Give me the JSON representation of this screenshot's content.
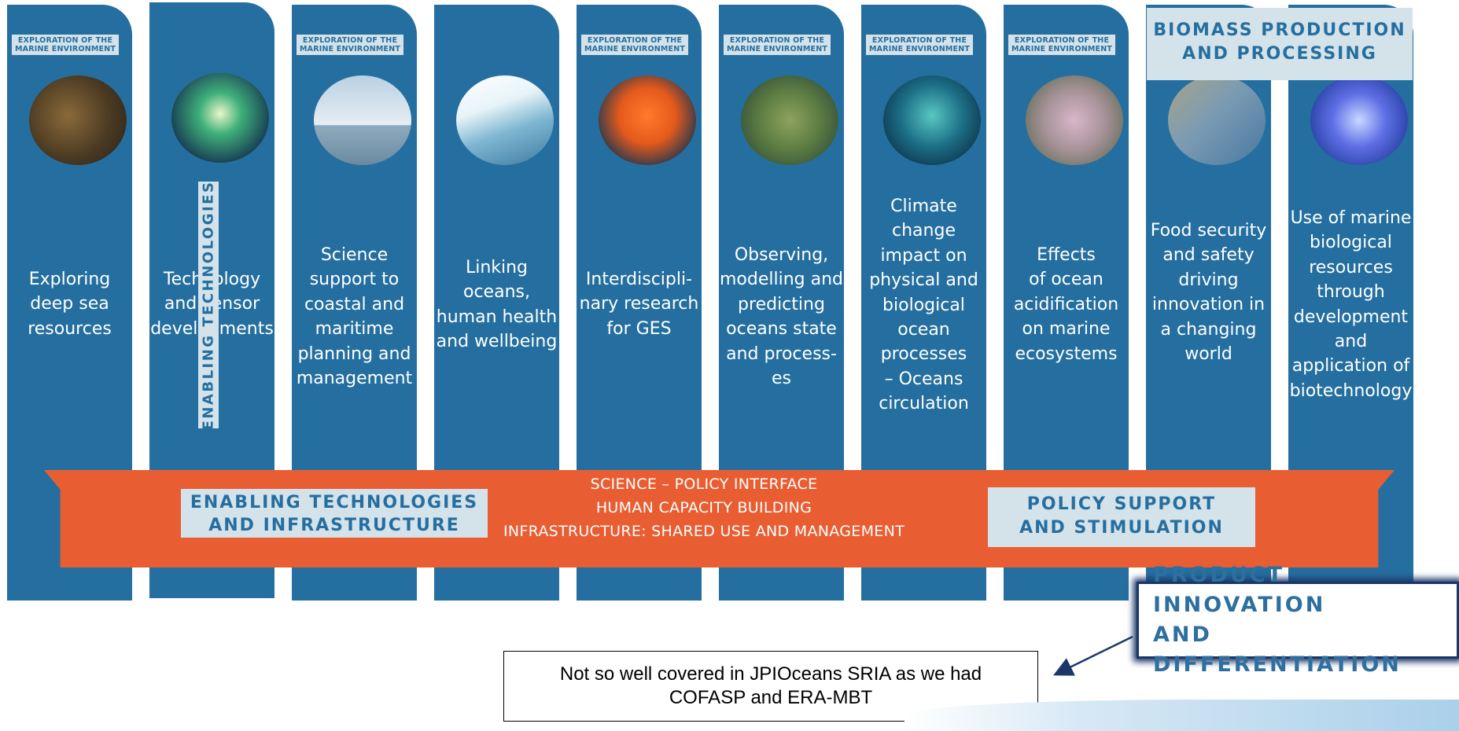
{
  "columns": [
    {
      "tag": "EXPLORATION OF THE\nMARINE ENVIRONMENT",
      "text": [
        "Exploring",
        "deep sea",
        "resources"
      ],
      "image": "seafloor-photo"
    },
    {
      "tag": "",
      "text": [
        "Technology",
        "and sensor",
        "developments"
      ],
      "image": "underwater-vehicle-photo"
    },
    {
      "tag": "EXPLORATION OF THE\nMARINE ENVIRONMENT",
      "text": [
        "Science",
        "support to",
        "coastal and",
        "maritime",
        "planning and",
        "management"
      ],
      "image": "wind-turbines-photo"
    },
    {
      "tag": "",
      "text": [
        "Linking",
        "oceans,",
        "human health",
        "and wellbeing"
      ],
      "image": "diver-photo"
    },
    {
      "tag": "EXPLORATION OF THE\nMARINE ENVIRONMENT",
      "text": [
        "Interdiscipli-",
        "nary research",
        "for GES"
      ],
      "image": "coral-photo"
    },
    {
      "tag": "EXPLORATION OF THE\nMARINE ENVIRONMENT",
      "text": [
        "Observing,",
        "modelling and",
        "predicting",
        "oceans state",
        "and process-",
        "es"
      ],
      "image": "satellite-photo"
    },
    {
      "tag": "EXPLORATION OF THE\nMARINE ENVIRONMENT",
      "text": [
        "Climate",
        "change",
        "impact on",
        "physical and",
        "biological",
        "ocean",
        "processes",
        "– Oceans",
        "circulation"
      ],
      "image": "algae-bloom-photo"
    },
    {
      "tag": "EXPLORATION OF THE\nMARINE ENVIRONMENT",
      "text": [
        "Effects",
        "of ocean",
        "acidification",
        "on marine",
        "ecosystems"
      ],
      "image": "reef-photo"
    },
    {
      "tag": "",
      "text": [
        "Food security",
        "and safety",
        "driving",
        "innovation in",
        "a changing",
        "world"
      ],
      "image": "aquaculture-photo"
    },
    {
      "tag": "",
      "text": [
        "Use of marine",
        "biological",
        "resources",
        "through",
        "development",
        "and",
        "application of",
        "biotechnology"
      ],
      "image": "anemone-photo"
    }
  ],
  "vertical_label": "ENABLING TECHNOLOGIES",
  "biomass_box": [
    "BIOMASS PRODUCTION",
    "AND PROCESSING"
  ],
  "band": {
    "left_box": [
      "ENABLING TECHNOLOGIES",
      "AND INFRASTRUCTURE"
    ],
    "center_lines": [
      "SCIENCE – POLICY INTERFACE",
      "HUMAN CAPACITY BUILDING",
      "INFRASTRUCTURE: SHARED USE AND MANAGEMENT"
    ],
    "right_box": [
      "POLICY SUPPORT",
      "AND STIMULATION"
    ]
  },
  "product_box": [
    "PRODUCT INNOVATION",
    "AND DIFFERENTIATION"
  ],
  "note": [
    "Not so well covered in JPIOceans SRIA as we had",
    "COFASP and ERA-MBT"
  ],
  "colors": {
    "column_blue": "#256fa0",
    "band_orange": "#e85e32",
    "label_light": "#d4e2ea",
    "label_text": "#256fa0",
    "navy_border": "#1b3768"
  }
}
